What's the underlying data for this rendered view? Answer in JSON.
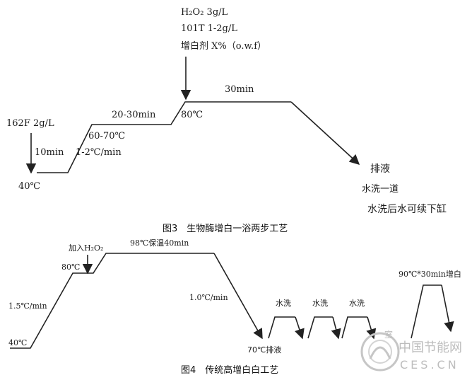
{
  "fig3": {
    "notes": {
      "h2o2": "H₂O₂  3g/L",
      "t101": "101T  1-2g/L",
      "whitener": "增白剂  X%（o.w.f）"
    },
    "enzyme": "162F 2g/L",
    "time_10": "10min",
    "rate": "1-2℃/min",
    "temp_40": "40℃",
    "temp_60_70": "60-70℃",
    "time_20_30": "20-30min",
    "temp_80": "80℃",
    "time_30": "30min",
    "drain": "排液",
    "wash_partial": "水洗一道",
    "reuse": "水洗后水可续下缸",
    "caption": "图3　生物酶增白一浴两步工艺"
  },
  "fig4": {
    "add": "加入H₂O₂",
    "hold": "98℃保温40min",
    "temp_80": "80℃",
    "rate_up": "1.5℃/min",
    "temp_40": "40℃",
    "rate_down": "1.0℃/min",
    "drain": "70℃排液",
    "wash1": "水洗",
    "wash2": "水洗",
    "wash3": "水洗",
    "final": "90℃*30min增白",
    "caption": "图4　传统高增白白工艺"
  },
  "watermark": {
    "name": "中国节能网",
    "site": "CES.CN"
  }
}
